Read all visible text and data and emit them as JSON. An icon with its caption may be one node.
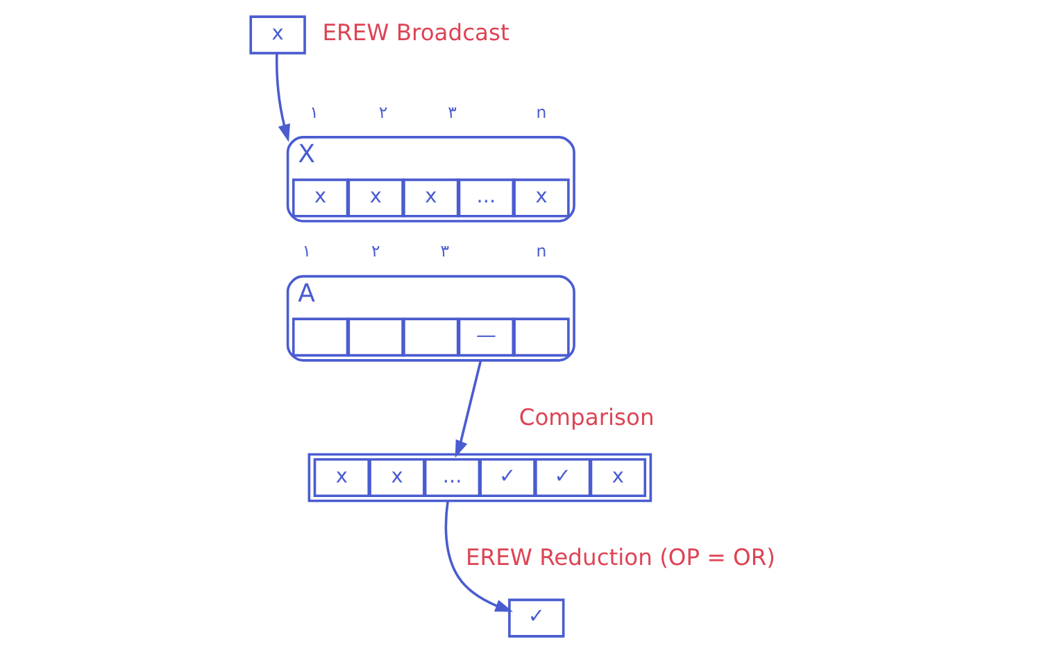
{
  "diagram": {
    "nodes": [
      {
        "text": [
          "x"
        ]
      },
      {
        "text": [
          "X"
        ]
      },
      {
        "text": [
          "x"
        ],
        "in": 1
      },
      {
        "text": [
          "x"
        ],
        "in": 1
      },
      {
        "text": [
          "x"
        ],
        "in": 1
      },
      {
        "text": [
          "..."
        ],
        "in": 1
      },
      {
        "text": [
          "x"
        ],
        "in": 1
      },
      {
        "text": [
          "A"
        ]
      },
      {
        "text": [],
        "shape": "box",
        "in": 7
      },
      {
        "text": [],
        "shape": "box",
        "in": 7
      },
      {
        "text": [],
        "shape": "box",
        "in": 7
      },
      {
        "text": [
          "—"
        ],
        "in": 7
      },
      {
        "text": [],
        "shape": "box",
        "in": 7
      },
      {
        "text": [],
        "shape": "box"
      },
      {
        "text": [
          "x"
        ],
        "in": 13
      },
      {
        "text": [
          "x"
        ],
        "in": 13
      },
      {
        "text": [
          "..."
        ],
        "in": 13
      },
      {
        "text": [
          "✓"
        ],
        "in": 13
      },
      {
        "text": [
          "✓"
        ],
        "in": 13
      },
      {
        "text": [
          "x"
        ],
        "in": 13
      },
      {
        "text": [
          "✓"
        ]
      }
    ],
    "edges": [
      {
        "from": 0,
        "to": 1,
        "arrow": "to"
      },
      {
        "from": 7,
        "to": 13,
        "arrow": "to"
      },
      {
        "from": 13,
        "to": 20,
        "arrow": "to"
      }
    ],
    "labels": [
      "EREW Broadcast",
      "۱",
      "۲",
      "۳",
      "n",
      "۱",
      "۲",
      "۳",
      "n",
      "Comparison",
      "EREW Reduction (OP = OR)"
    ]
  }
}
